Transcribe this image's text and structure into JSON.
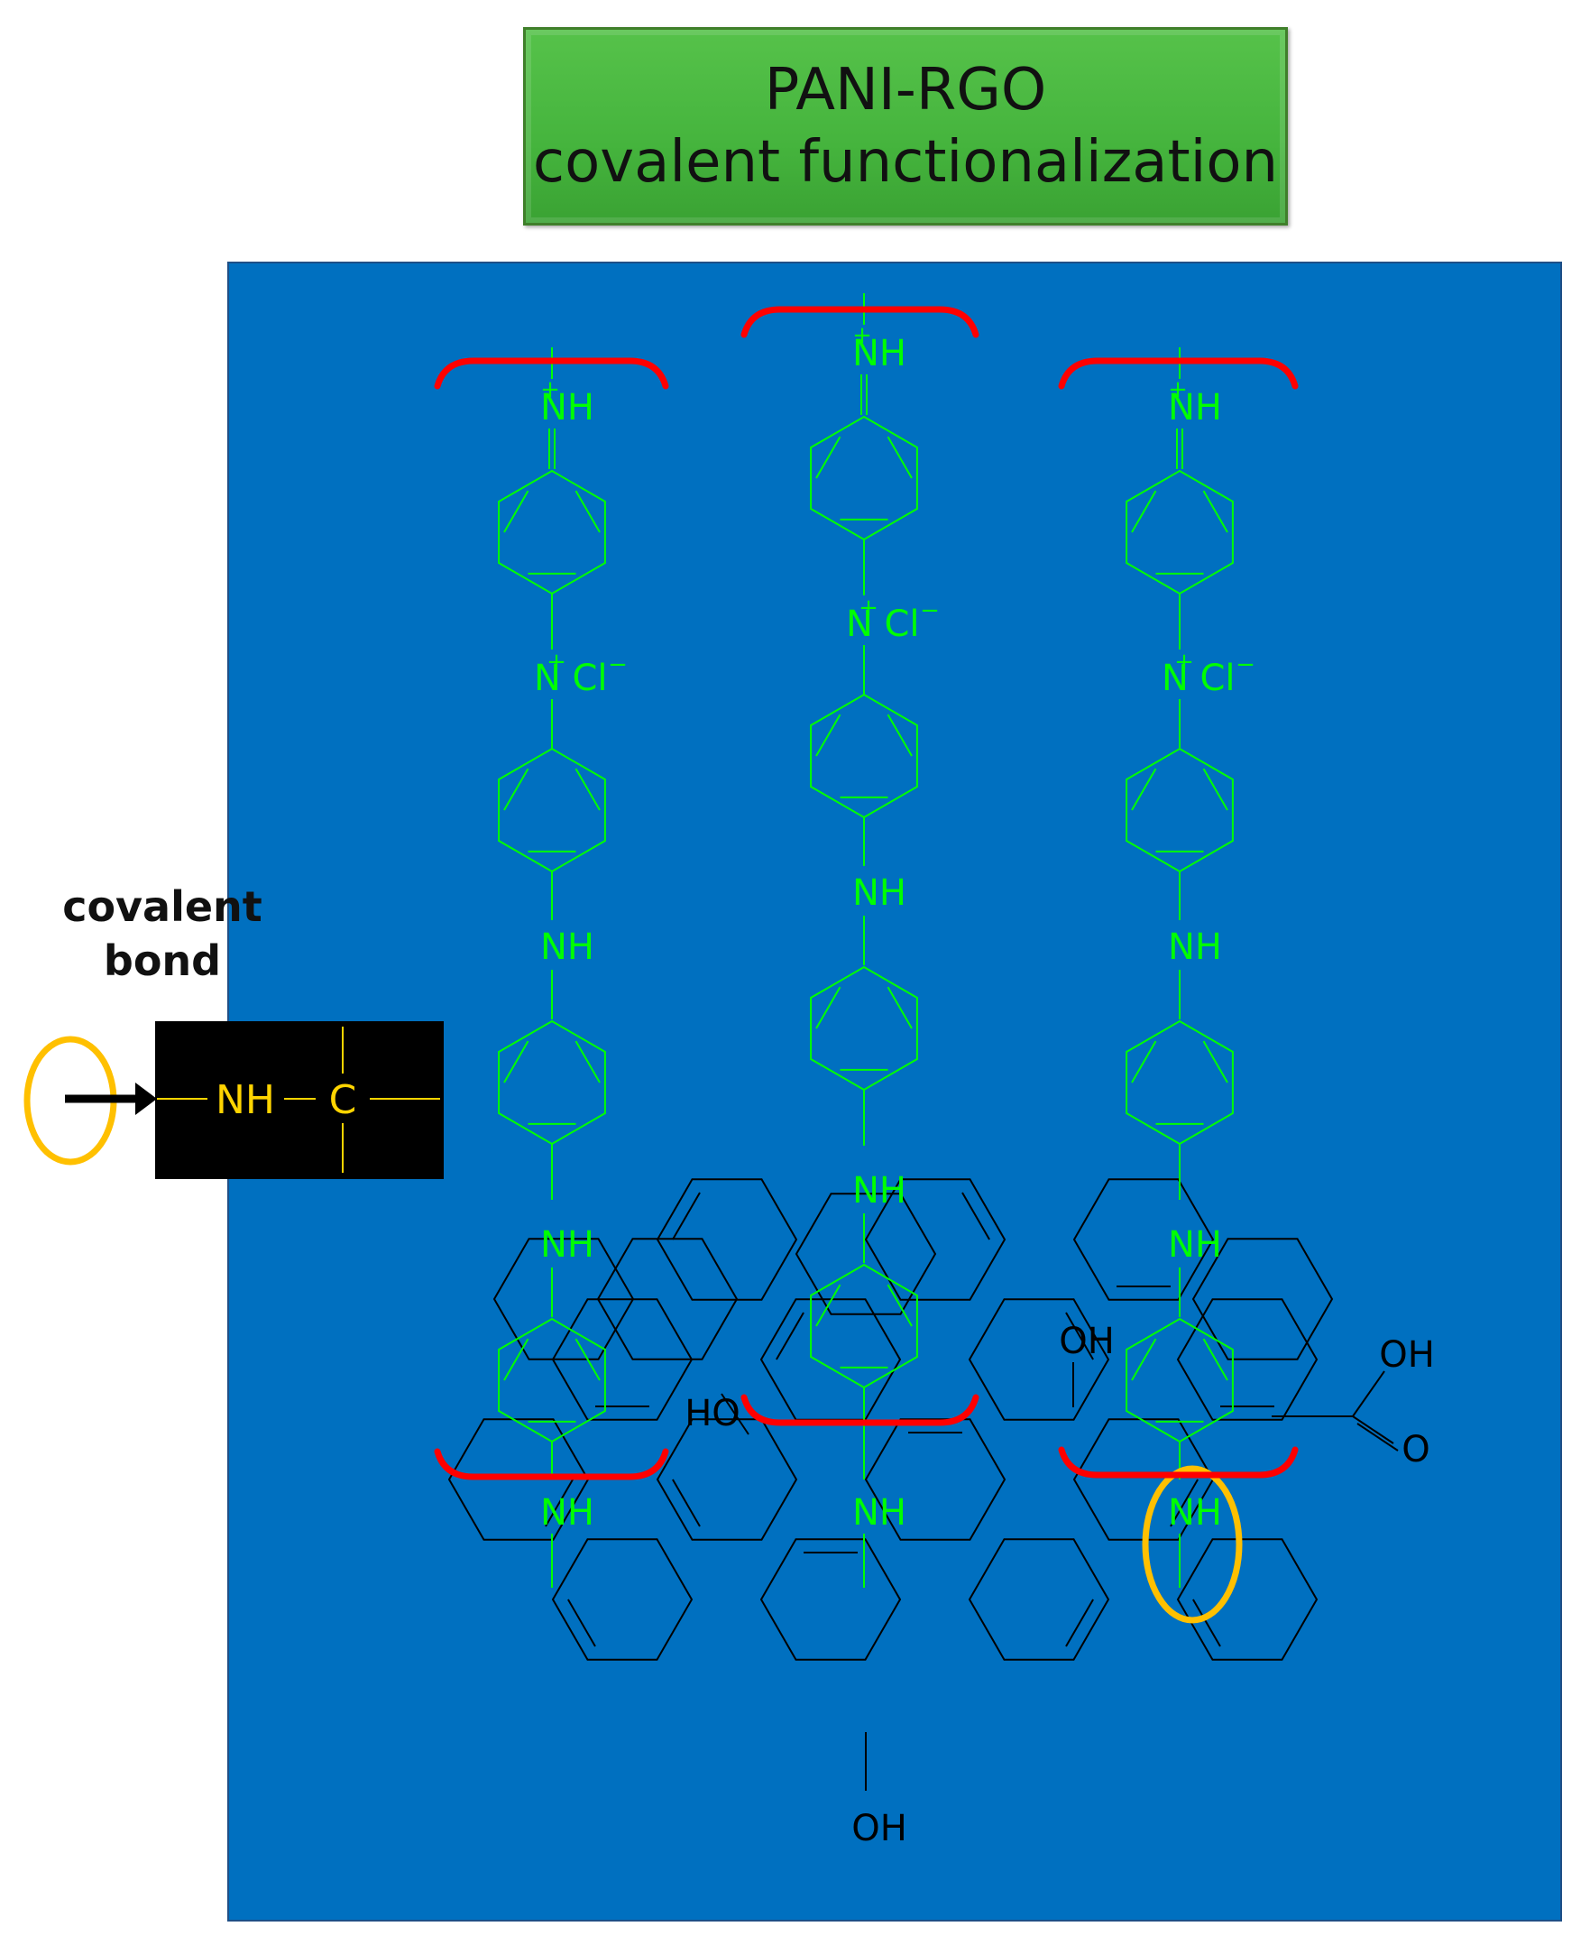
{
  "header": {
    "title_line1": "PANI-RGO",
    "title_line2": "covalent functionalization"
  },
  "legend": {
    "label_line1": "covalent",
    "label_line2": "bond",
    "bond_nh": "NH",
    "bond_c": "C"
  },
  "chains": [
    {
      "top_group": "NH",
      "top_charge": "+",
      "salt_n": "N",
      "salt_cl": "Cl",
      "salt_plus": "+",
      "salt_minus": "−",
      "amine1": "NH",
      "amine2": "NH",
      "anchor": "NH"
    },
    {
      "top_group": "NH",
      "top_charge": "+",
      "salt_n": "N",
      "salt_cl": "Cl",
      "salt_plus": "+",
      "salt_minus": "−",
      "amine1": "NH",
      "amine2": "NH",
      "anchor": "NH"
    },
    {
      "top_group": "NH",
      "top_charge": "+",
      "salt_n": "N",
      "salt_cl": "Cl",
      "salt_plus": "+",
      "salt_minus": "−",
      "amine1": "NH",
      "amine2": "NH",
      "anchor": "NH"
    }
  ],
  "rgo_groups": {
    "oh_left": "HO",
    "oh_mid": "OH",
    "cooh_oh": "OH",
    "cooh_o": "O",
    "oh_bottom": "OH"
  },
  "colors": {
    "title_bg": "#4cba42",
    "panel_bg": "#0070c0",
    "pani": "#00ff00",
    "rgo": "#000000",
    "bracket": "#ff0000",
    "highlight": "#ffc000",
    "bond_text": "#ffd400"
  },
  "icons": {
    "arrow": "right-arrow-icon",
    "highlight": "ellipse-highlight-icon"
  }
}
